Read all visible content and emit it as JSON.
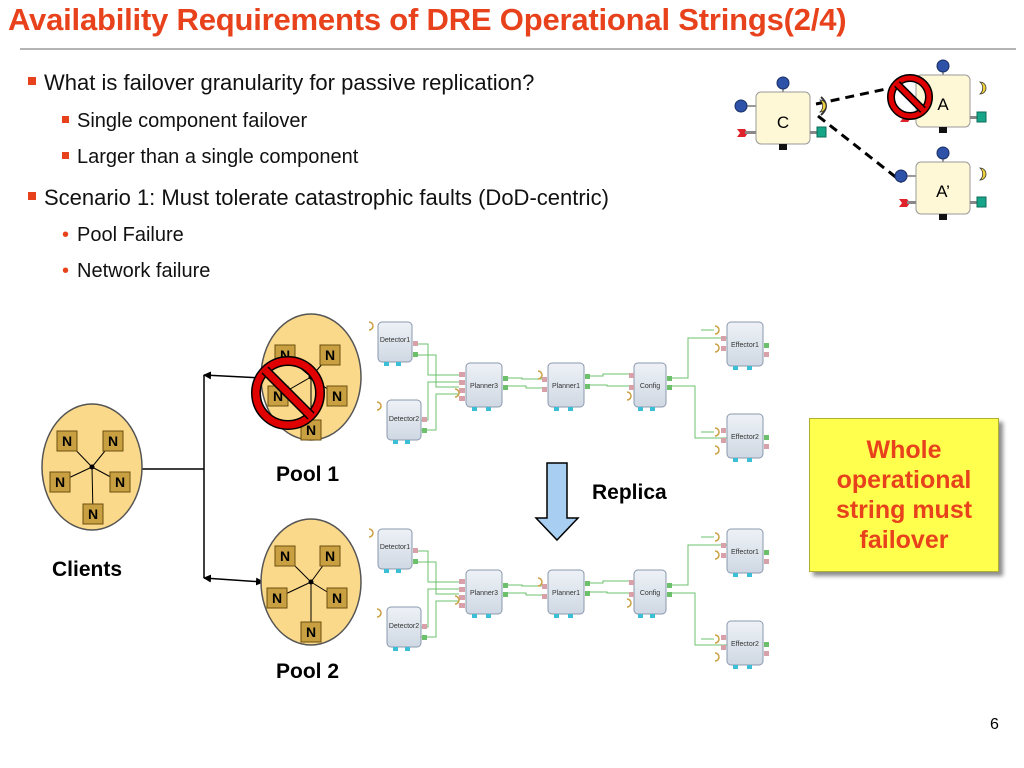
{
  "title": "Availability Requirements of DRE Operational Strings(2/4)",
  "bullets": {
    "q1": "What is failover granularity for passive replication?",
    "q1a": "Single component failover",
    "q1b": "Larger than a single component",
    "s1": "Scenario 1: Must tolerate catastrophic faults (DoD-centric)",
    "s1a": "Pool Failure",
    "s1b": "Network failure"
  },
  "labels": {
    "pool1": "Pool 1",
    "pool2": "Pool 2",
    "clients": "Clients",
    "replica": "Replica",
    "node": "N"
  },
  "callout": "Whole operational string must failover",
  "schematic": {
    "comp_c": "C",
    "comp_a": "A",
    "comp_a_prime": "A’"
  },
  "components": {
    "detector1": "Detector1",
    "detector2": "Detector2",
    "planner3": "Planner3",
    "planner1": "Planner1",
    "config": "Config",
    "effector1": "Effector1",
    "effector2": "Effector2"
  },
  "page_number": "6",
  "colors": {
    "accent": "#e8421c",
    "pool_fill": "#fbd98a",
    "node_fill": "#c9a041",
    "callout_bg": "#ffff4d",
    "prohibit": "#e00000",
    "arrow_fill": "#a8cff2"
  }
}
